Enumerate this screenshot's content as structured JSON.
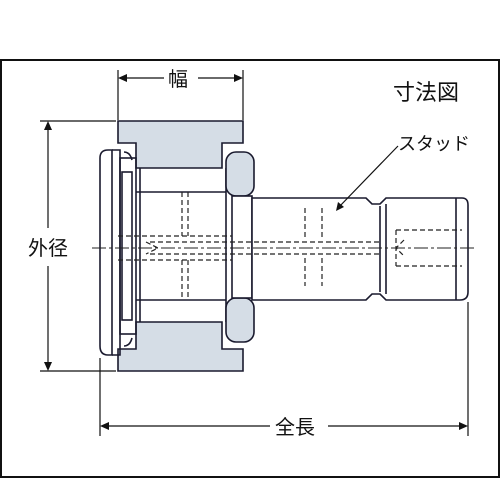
{
  "diagram": {
    "title": "寸法図",
    "labels": {
      "width": "幅",
      "outer_diameter": "外径",
      "stud": "スタッド",
      "overall_length": "全長"
    },
    "colors": {
      "frame": "#111111",
      "outline": "#1a1a2e",
      "fill": "#d5dde6",
      "dashed": "#222222",
      "background": "#ffffff"
    }
  }
}
